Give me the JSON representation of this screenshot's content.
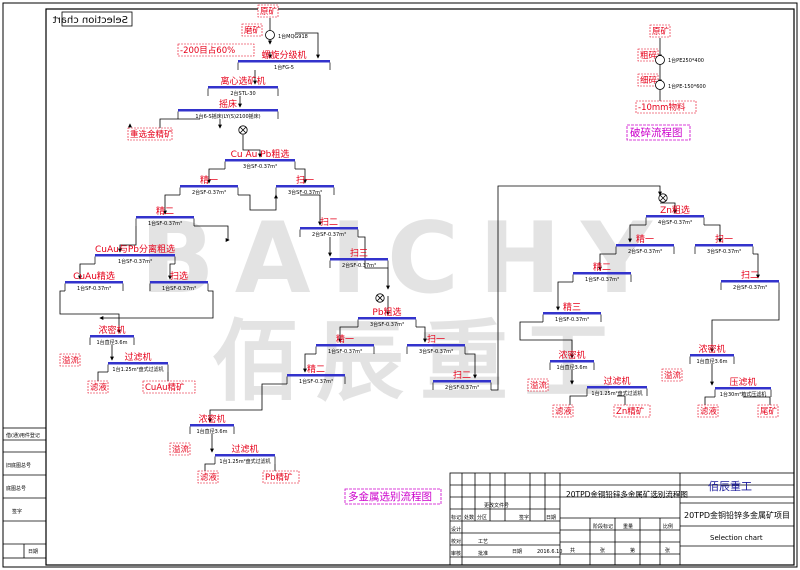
{
  "corner_title": "Selection chart",
  "nodes": {
    "ore_main": "原矿",
    "grind": "磨矿",
    "grind_spec": "1台MQG918",
    "mesh": "-200目占60%",
    "classifier": "螺旋分级机",
    "classifier_spec": "1台FG-5",
    "centrifugal": "离心选矿机",
    "centrifugal_spec": "2台STL-30",
    "shaker": "摇床",
    "shaker_spec": "1台6-S摇床(LY(S)2100摇床)",
    "gravity_au": "重选金精矿",
    "cu_au_pb_rough": "Cu Au Pb粗选",
    "cu_au_pb_rough_spec": "3台SF-0.37m³",
    "clean1_a": "精一",
    "clean1_a_spec": "2台SF-0.37m³",
    "scav1_a": "扫一",
    "scav1_a_spec": "3台SF-0.37m³",
    "clean2_a": "精二",
    "clean2_a_spec": "1台SF-0.37m³",
    "scav2_a": "扫二",
    "scav2_a_spec": "2台SF-0.37m³",
    "scav3_a": "扫三",
    "scav3_a_spec": "2台SF-0.37m³",
    "cuau_pb_sep": "CuAu与Pb分离粗选",
    "cuau_pb_sep_spec": "1台SF-0.37m³",
    "cuau_clean": "CuAu精选",
    "cuau_clean_spec": "1台SF-0.37m³",
    "sep_scav": "扫选",
    "sep_scav_spec": "1台SF-0.37m³",
    "thick_a": "浓密机",
    "thick_a_spec": "1台直径3.6m",
    "overflow_a": "溢流",
    "filter_a": "过滤机",
    "filter_a_spec": "1台1.25m²盘式过滤机",
    "filtrate_a": "滤液",
    "cuau_conc": "CuAu精矿",
    "pb_rough": "Pb粗选",
    "pb_rough_spec": "3台SF-0.37m³",
    "pb_clean1": "精一",
    "pb_clean1_spec": "1台SF-0.37m³",
    "pb_scav1": "扫一",
    "pb_scav1_spec": "3台SF-0.37m³",
    "pb_clean2": "精二",
    "pb_clean2_spec": "1台SF-0.37m³",
    "pb_scav2": "扫二",
    "pb_scav2_spec": "2台SF-0.37m³",
    "thick_b": "浓密机",
    "thick_b_spec": "1台直径3.6m",
    "overflow_b": "溢流",
    "filter_b": "过滤机",
    "filter_b_spec": "1台1.25m²盘式过滤机",
    "filtrate_b": "滤液",
    "pb_conc": "Pb精矿",
    "zn_rough": "Zn粗选",
    "zn_rough_spec": "4台SF-0.37m³",
    "zn_clean1": "精一",
    "zn_clean1_spec": "2台SF-0.37m³",
    "zn_scav1": "扫一",
    "zn_scav1_spec": "3台SF-0.37m³",
    "zn_clean2": "精二",
    "zn_clean2_spec": "1台SF-0.37m³",
    "zn_scav2": "扫二",
    "zn_scav2_spec": "2台SF-0.37m³",
    "zn_clean3": "精三",
    "zn_clean3_spec": "1台SF-0.37m³",
    "thick_c": "浓密机",
    "thick_c_spec": "1台直径3.6m",
    "overflow_c": "溢流",
    "filter_c": "过滤机",
    "filter_c_spec": "1台1.25m²盘式过滤机",
    "filtrate_c": "滤液",
    "zn_conc": "Zn精矿",
    "thick_d": "浓密机",
    "thick_d_spec": "1台直径3.6m",
    "overflow_d": "溢流",
    "filter_d": "压滤机",
    "filter_d_spec": "1台30m²箱式压滤机",
    "filtrate_d": "滤液",
    "tailings": "尾矿",
    "ore_crush": "原矿",
    "crush1": "粗碎",
    "crush1_spec": "1台PE250*400",
    "crush2": "细碎",
    "crush2_spec": "1台PE-150*600",
    "product": "-10mm物料",
    "crush_title": "破碎流程图",
    "flot_title": "多金属选别流程图"
  },
  "title_block": {
    "drawing_name": "20TPD金铜铅锌多金属矿选别流程图",
    "company": "佰辰重工",
    "project": "20TPD金铜铅锌多金属矿项目",
    "sheet_title": "Selection chart",
    "date": "2016.6.10",
    "rev_headers": [
      "标记",
      "处数",
      "分区",
      "更改文件号",
      "签字",
      "日期"
    ],
    "roles": [
      "设计",
      "校对",
      "审核",
      "工艺",
      "批准"
    ],
    "labels": [
      "阶段标记",
      "重量",
      "比例",
      "共",
      "张",
      "第",
      "张",
      "日期"
    ],
    "left_stamps": [
      "借(通)用件登记",
      "旧底图总号",
      "底图总号",
      "签字",
      "日期"
    ]
  },
  "watermark": {
    "latin": "BAICHY",
    "cjk": "佰辰重工"
  }
}
